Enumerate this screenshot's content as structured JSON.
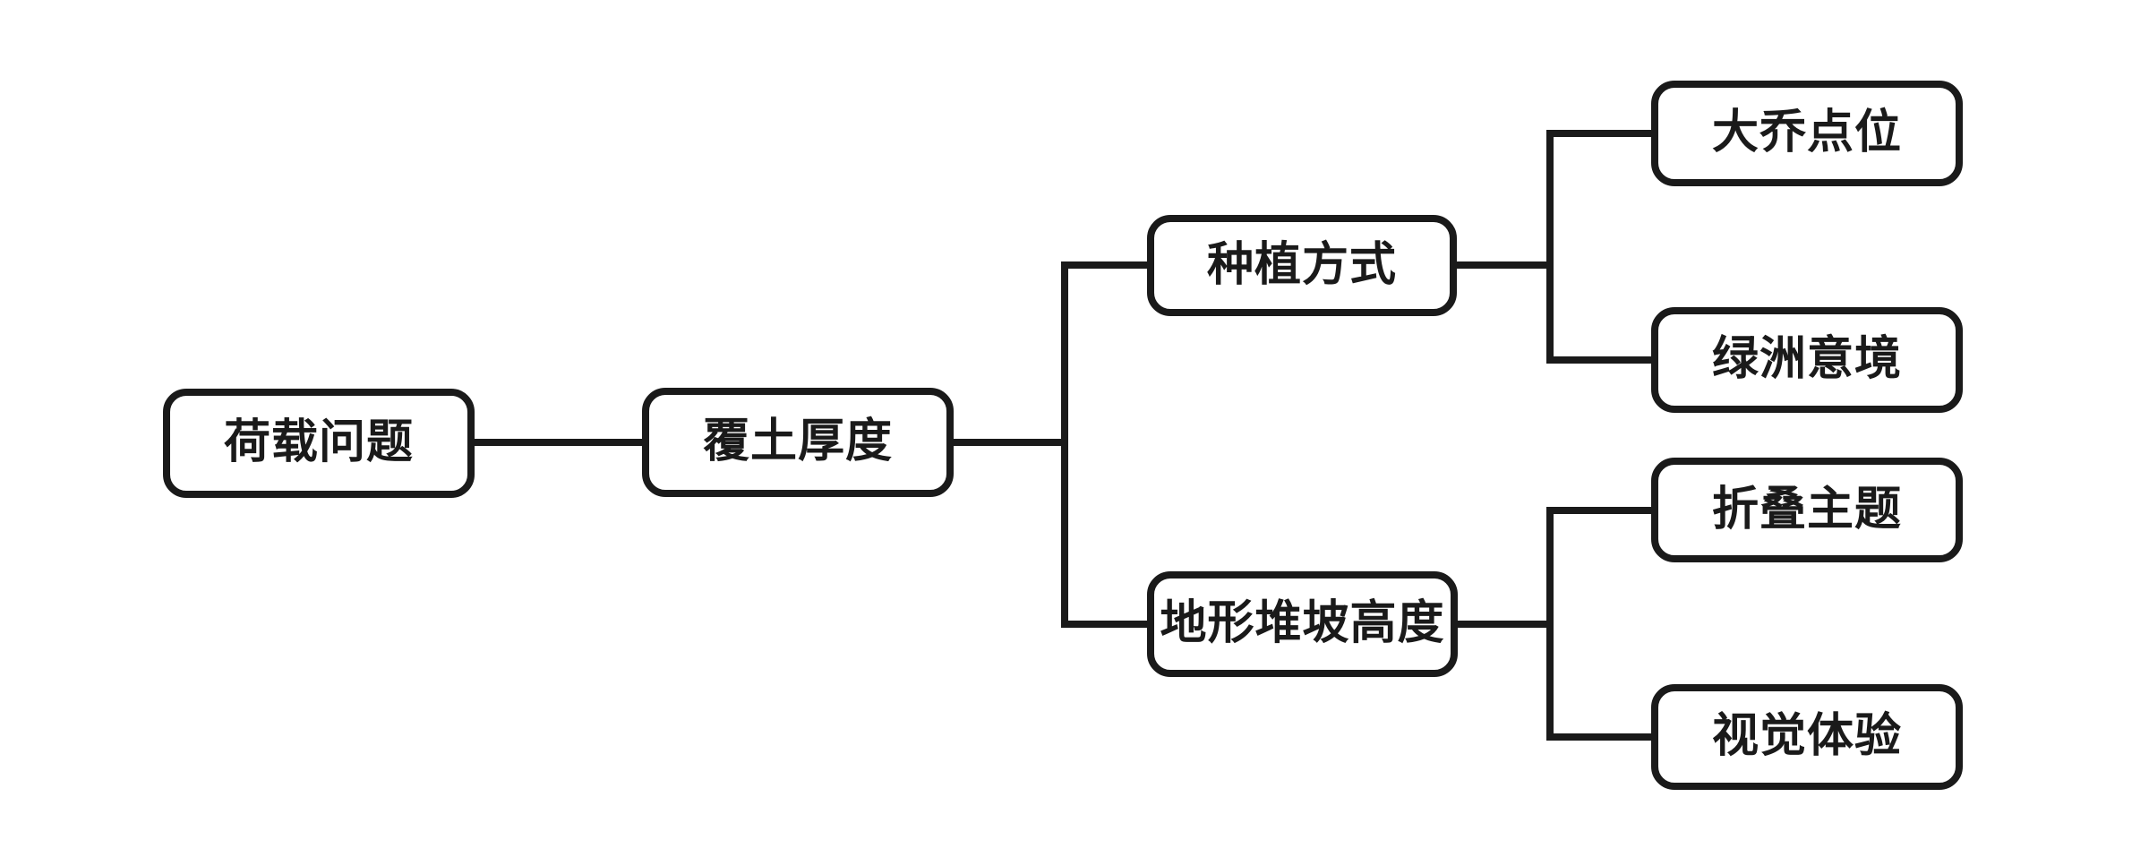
{
  "diagram": {
    "type": "mindmap",
    "direction": "left-to-right",
    "colors": {
      "background": "#ffffff",
      "line": "#1a1a1a",
      "node_fill": "#ffffff",
      "text": "#1a1a1a"
    },
    "nodes": {
      "root": {
        "label": "荷载问题",
        "level": 0
      },
      "soil_cover": {
        "label": "覆土厚度",
        "level": 1
      },
      "planting": {
        "label": "种植方式",
        "level": 2
      },
      "terrain": {
        "label": "地形堆坡高度",
        "level": 2
      },
      "tree_points": {
        "label": "大乔点位",
        "level": 3
      },
      "oasis": {
        "label": "绿洲意境",
        "level": 3
      },
      "folding": {
        "label": "折叠主题",
        "level": 3
      },
      "visual": {
        "label": "视觉体验",
        "level": 3
      }
    },
    "edges": [
      {
        "from": "荷载问题",
        "to": "覆土厚度"
      },
      {
        "from": "覆土厚度",
        "to": "种植方式"
      },
      {
        "from": "覆土厚度",
        "to": "地形堆坡高度"
      },
      {
        "from": "种植方式",
        "to": "大乔点位"
      },
      {
        "from": "种植方式",
        "to": "绿洲意境"
      },
      {
        "from": "地形堆坡高度",
        "to": "折叠主题"
      },
      {
        "from": "地形堆坡高度",
        "to": "视觉体验"
      }
    ]
  }
}
